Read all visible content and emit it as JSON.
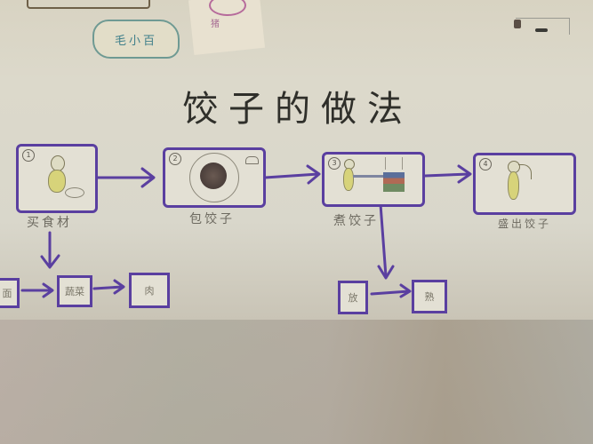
{
  "background_items": {
    "sticker_text": "毛小百",
    "pink_scrap_text": "猪"
  },
  "diagram": {
    "title": "饺子的做法",
    "steps": [
      {
        "number": "1",
        "label": "买食材",
        "illustration": "person-with-bag"
      },
      {
        "number": "2",
        "label": "包饺子",
        "illustration": "dumpling-on-plate"
      },
      {
        "number": "3",
        "label": "煮饺子",
        "illustration": "person-at-stove-pot"
      },
      {
        "number": "4",
        "label": "盛出饺子",
        "illustration": "person-holding-dumplings"
      }
    ],
    "ingredient_flow": [
      {
        "label": "面"
      },
      {
        "label": "蔬菜"
      },
      {
        "label": "肉"
      }
    ],
    "cooking_flow": [
      {
        "label": "放"
      },
      {
        "label": "熟"
      }
    ],
    "colors": {
      "box_border": "#5a3fa0",
      "arrow": "#5a3fa0",
      "title_ink": "#2f2f2a",
      "pencil": "#6d6a60",
      "paper": "#dcd9cb"
    }
  }
}
